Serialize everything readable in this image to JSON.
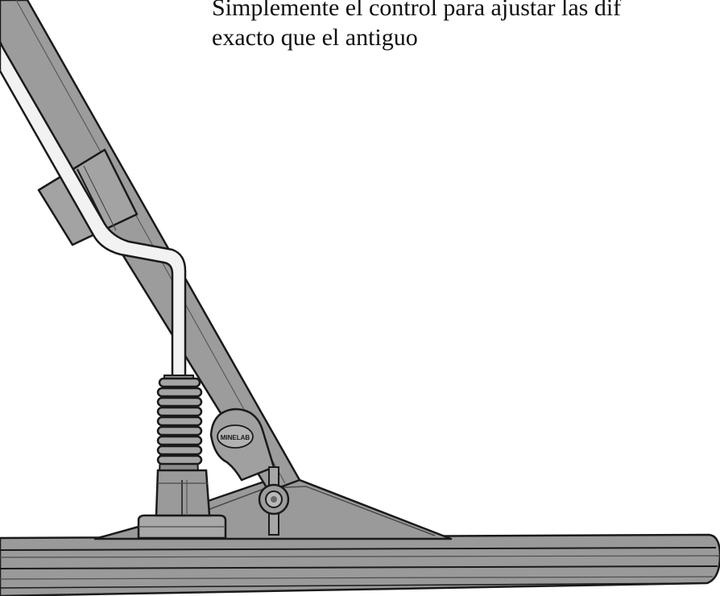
{
  "text": {
    "line1": "Simplemente el control para ajustar las dif",
    "line2": "exacto que el antiguo"
  },
  "illustration": {
    "subject": "metal-detector-coil-and-shaft",
    "brand_mark": "MINELAB",
    "colors": {
      "body": "#9a9a9a",
      "body_light": "#bdbdbd",
      "body_dark": "#7c7c7c",
      "outline": "#1a1a1a",
      "cable": "#f2f2f2"
    }
  }
}
